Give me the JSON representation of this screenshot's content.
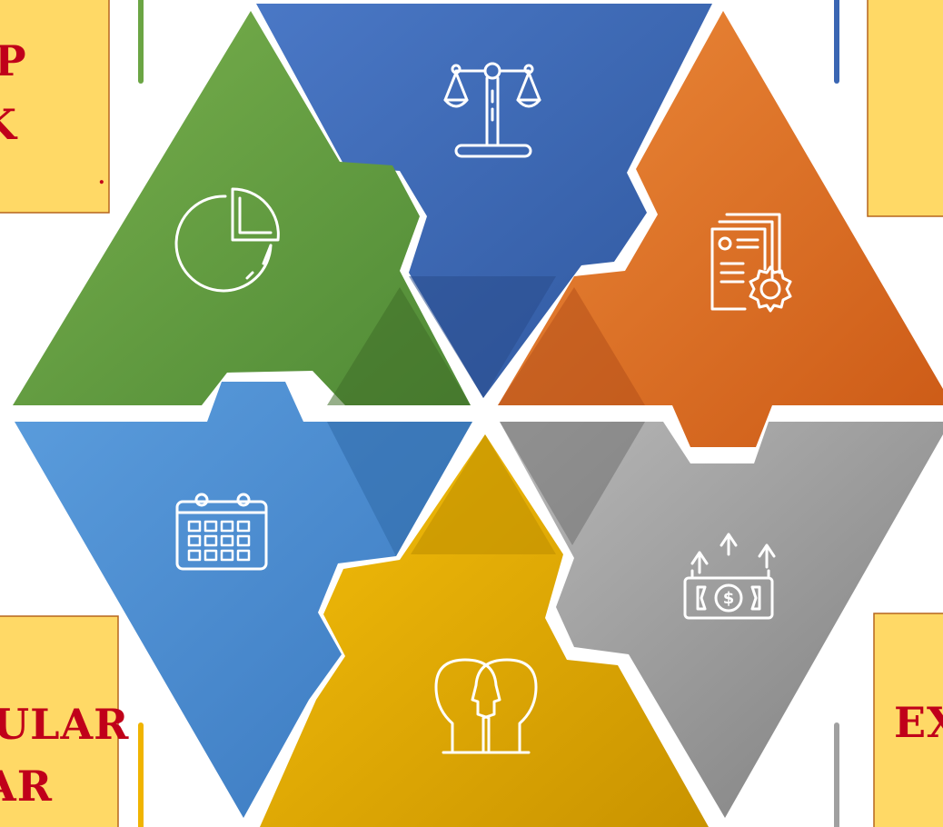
{
  "notes": {
    "top_left": {
      "line1": "P",
      "line2": "K",
      "dot": "."
    },
    "bottom_left": {
      "line1": "ULAR",
      "line2": "AR"
    },
    "bottom_right": {
      "line1": "EX"
    }
  },
  "colors": {
    "note_fill": "#ffd966",
    "note_border": "#b5651d",
    "note_text": "#c0001a",
    "green": "#5e9d43",
    "dark_blue": "#3a66b3",
    "orange": "#e07a2e",
    "light_blue": "#4c8fd1",
    "gold": "#e6ad05",
    "gray": "#8f8f8f"
  },
  "pieces": [
    {
      "id": "green-piece",
      "color": "green",
      "icon": "pie-chart-icon"
    },
    {
      "id": "blue-piece",
      "color": "dark_blue",
      "icon": "scales-icon"
    },
    {
      "id": "orange-piece",
      "color": "orange",
      "icon": "document-gear-icon"
    },
    {
      "id": "light-blue-piece",
      "color": "light_blue",
      "icon": "calendar-icon"
    },
    {
      "id": "gold-piece",
      "color": "gold",
      "icon": "heads-icon"
    },
    {
      "id": "gray-piece",
      "color": "gray",
      "icon": "money-arrows-icon"
    }
  ]
}
